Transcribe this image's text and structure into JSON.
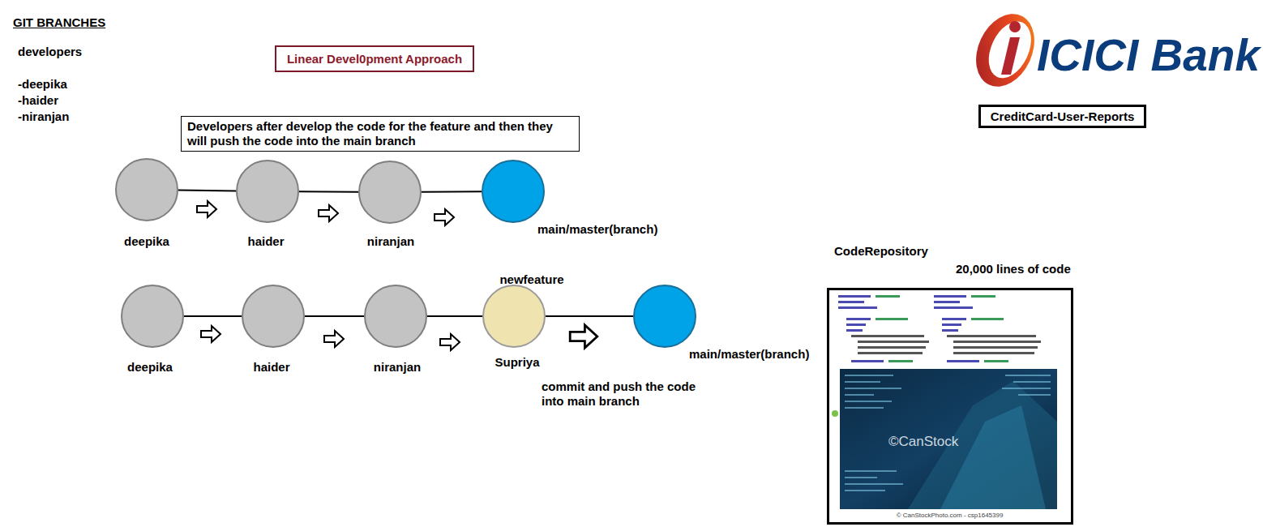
{
  "diagram": {
    "title": "GIT BRANCHES",
    "nodes": [
      {
        "text": [
          "Linear Devel0pment Approach"
        ]
      },
      {
        "text": [
          "CreditCard-User-Reports"
        ]
      },
      {
        "text": [
          "Developers after develop the code for the feature and then they will push the code into the main branch"
        ]
      },
      {
        "text": [
          "deepika"
        ]
      },
      {
        "text": [
          "haider"
        ]
      },
      {
        "text": [
          "niranjan"
        ]
      },
      {
        "text": [
          "main/master(branch)"
        ]
      },
      {
        "text": [
          "deepika"
        ]
      },
      {
        "text": [
          "haider"
        ]
      },
      {
        "text": [
          "niranjan"
        ]
      },
      {
        "text": [
          "newfeature",
          "Supriya"
        ]
      },
      {
        "text": [
          "main/master(branch)"
        ]
      }
    ],
    "edges": [
      {
        "from": 3,
        "to": 4,
        "arrow": "none"
      },
      {
        "from": 4,
        "to": 5,
        "arrow": "none"
      },
      {
        "from": 5,
        "to": 6,
        "arrow": "none"
      },
      {
        "from": 7,
        "to": 8,
        "arrow": "none"
      },
      {
        "from": 8,
        "to": 9,
        "arrow": "none"
      },
      {
        "from": 9,
        "to": 10,
        "arrow": "none"
      },
      {
        "from": 10,
        "to": 11,
        "arrow": "none"
      }
    ],
    "labels": [
      "developers",
      "-deepika",
      "-haider",
      "-niranjan",
      "ICICI Bank",
      "CodeRepository",
      "20,000 lines of code",
      "commit and push the code into main branch",
      "©CanStock",
      "© CanStockPhoto.com - csp1645399"
    ]
  }
}
